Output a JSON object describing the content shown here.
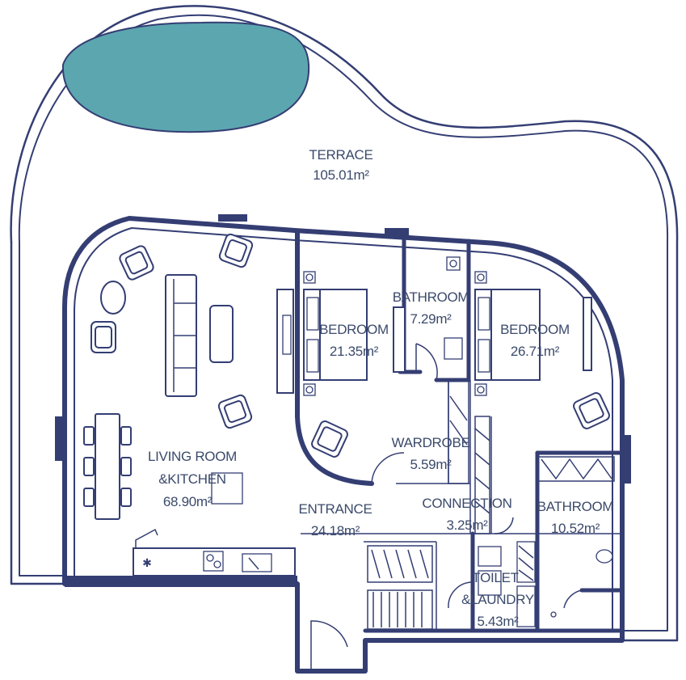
{
  "colors": {
    "wall": "#343e73",
    "pool": "#5ca6b0",
    "text": "#3b4a6b",
    "background": "#ffffff"
  },
  "rooms": {
    "terrace": {
      "name": "TERRACE",
      "area": "105.01m²"
    },
    "living": {
      "name_line1": "LIVING ROOM",
      "name_line2": "&KITCHEN",
      "area": "68.90m²"
    },
    "bedroom1": {
      "name": "BEDROOM",
      "area": "21.35m²"
    },
    "bathroom1": {
      "name": "BATHROOM",
      "area": "7.29m²"
    },
    "bedroom2": {
      "name": "BEDROOM",
      "area": "26.71m²"
    },
    "wardrobe": {
      "name": "WARDROBE",
      "area": "5.59m²"
    },
    "entrance": {
      "name": "ENTRANCE",
      "area": "24.18m²"
    },
    "connection": {
      "name": "CONNECTION",
      "area": "3.25m²"
    },
    "bathroom2": {
      "name": "BATHROOM",
      "area": "10.52m²"
    },
    "toilet": {
      "name_line1": "TOILET",
      "name_line2": "&LAUNDRY",
      "area": "5.43m²"
    }
  },
  "icons": {
    "pool": "pool-shape",
    "sofa": "sofa-icon",
    "armchair": "armchair-icon",
    "bed": "bed-icon",
    "dining_table": "dining-table-icon",
    "toilet": "toilet-icon",
    "shower": "shower-icon",
    "stove": "stove-icon",
    "door": "door-swing-icon"
  }
}
